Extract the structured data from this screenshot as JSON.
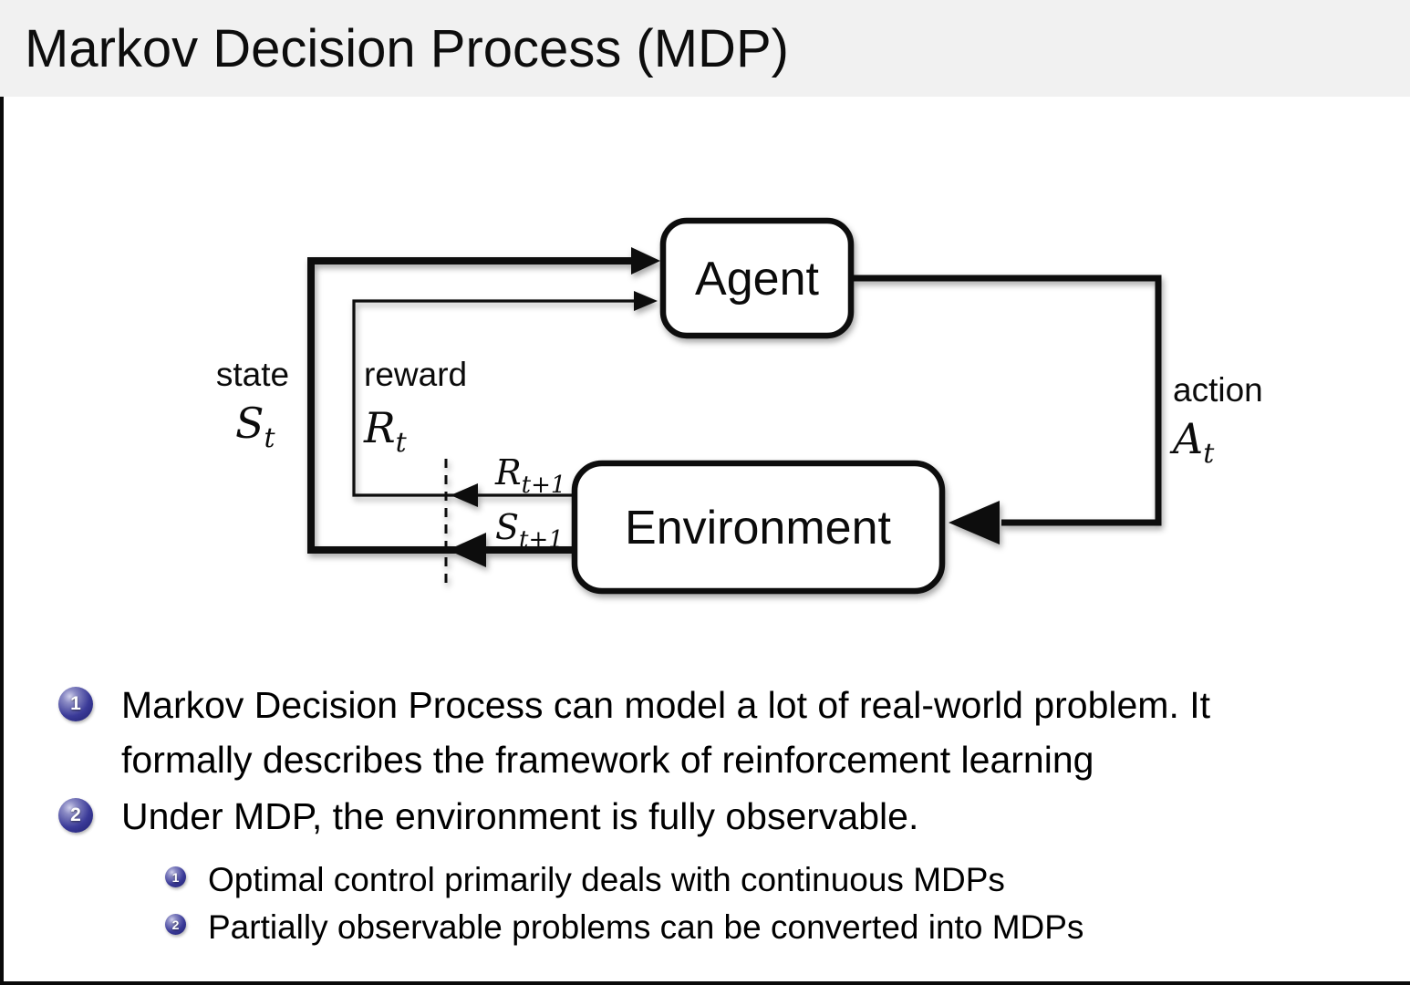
{
  "slide": {
    "title": "Markov Decision Process (MDP)"
  },
  "diagram": {
    "agent_label": "Agent",
    "environment_label": "Environment",
    "state_label": "state",
    "state_symbol": "S",
    "state_sub": "t",
    "reward_label": "reward",
    "reward_symbol": "R",
    "reward_sub": "t",
    "action_label": "action",
    "action_symbol": "A",
    "action_sub": "t",
    "next_reward_symbol": "R",
    "next_reward_sub": "t+1",
    "next_state_symbol": "S",
    "next_state_sub": "t+1"
  },
  "bullets": [
    {
      "number": "1",
      "lines": [
        "Markov Decision Process can model a lot of real-world problem. It",
        "formally describes the framework of reinforcement learning"
      ]
    },
    {
      "number": "2",
      "lines": [
        "Under MDP, the environment is fully observable."
      ]
    }
  ],
  "sub_bullets": [
    {
      "number": "1",
      "text": "Optimal control primarily deals with continuous MDPs"
    },
    {
      "number": "2",
      "text": "Partially observable problems can be converted into MDPs"
    }
  ],
  "colors": {
    "title_bar": "#f1f1f1",
    "ball_accent": "#2e2e8f",
    "text": "#000000",
    "edge": "#0a0a0a",
    "diagram_line": "#0b0b0b"
  }
}
